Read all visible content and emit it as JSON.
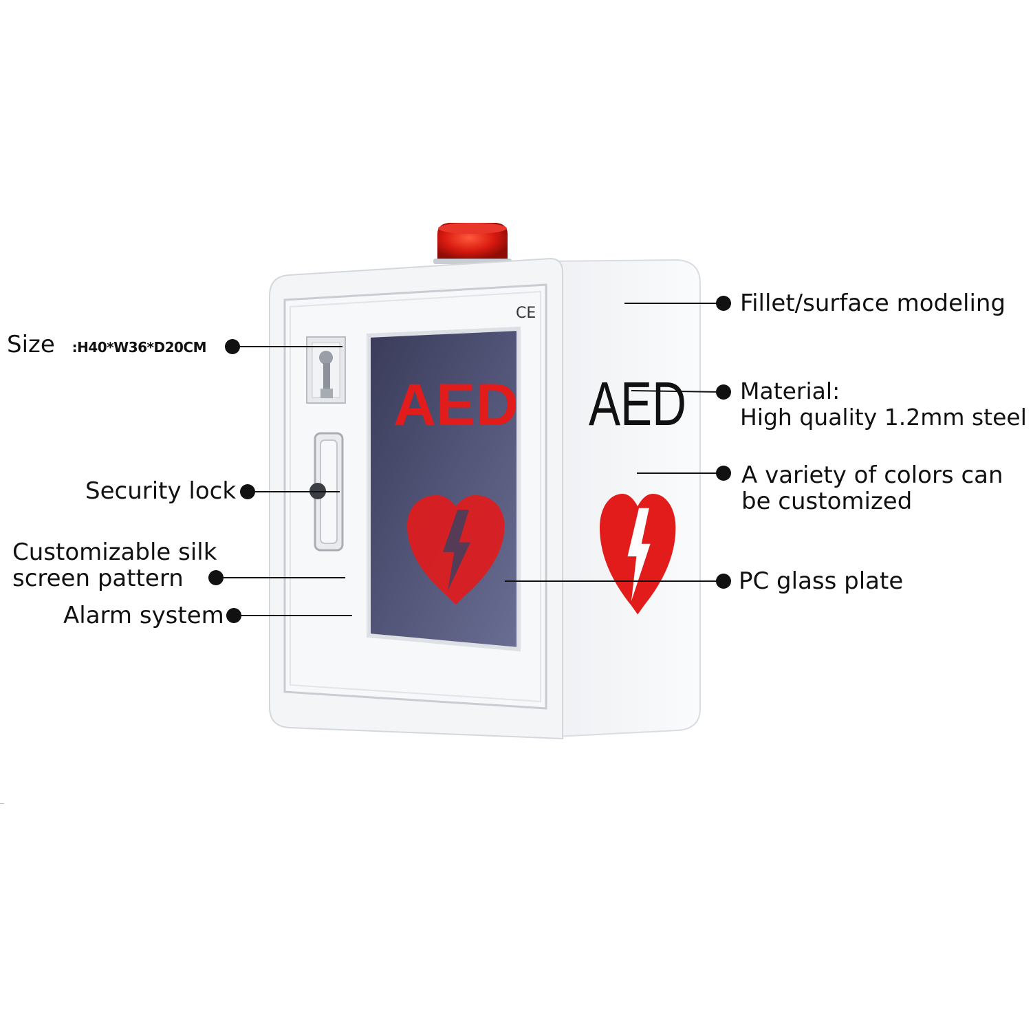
{
  "product": {
    "front_label": "AED",
    "side_label": "AED",
    "cert_mark": "CE"
  },
  "callouts": {
    "size_label": "Size",
    "size_value": ":H40*W36*D20CM",
    "security_lock": "Security lock",
    "silk_screen_line1": "Customizable silk",
    "silk_screen_line2": "screen pattern",
    "alarm_system": "Alarm system",
    "fillet": "Fillet/surface modeling",
    "material_line1": "Material:",
    "material_line2": "High quality 1.2mm steel",
    "colors_line1": "A variety of colors can",
    "colors_line2": "be customized",
    "pc_glass": "PC glass plate"
  },
  "colors": {
    "aed_red": "#e21b1b",
    "alarm_red": "#d81a10",
    "glass": "#3e3f5e",
    "cabinet": "#f4f5f7"
  }
}
